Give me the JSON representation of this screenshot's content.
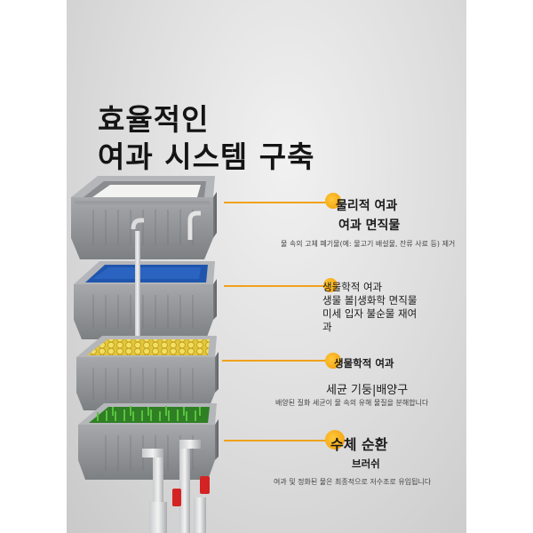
{
  "title": {
    "line1": "효율적인",
    "line2": "여과 시스템 구축"
  },
  "stages": [
    {
      "title_line1": "물리적 여과",
      "title_line2": "여과 면직물",
      "description": "물 속의 고체 폐기물(예: 물고기 배설물, 잔류 사료 등) 제거"
    },
    {
      "title_line1": "생물학적 여과",
      "title_line2": "생물 볼|생화학 면직물",
      "title_line3": "미세 입자 불순물 재여",
      "title_line4": "과"
    },
    {
      "title_line1": "생물학적 여과",
      "title_line2": "세균 기둥|배양구",
      "description": "배양된 질화 세균이 물 속의 유해 물질을 분해합니다"
    },
    {
      "title_line1": "수체 순환",
      "title_line2": "브러쉬",
      "description": "여과 및 정화된 물은 최종적으로 저수조로 유입됩니다"
    }
  ],
  "colors": {
    "accent": "#f29a06",
    "tray_gray": "#8e9194",
    "tray_light": "#b8babd",
    "blue_media": "#1d4fa6",
    "yellow_media": "#e8cf44",
    "green_media": "#3c9e2e",
    "valve_red": "#d42323"
  }
}
